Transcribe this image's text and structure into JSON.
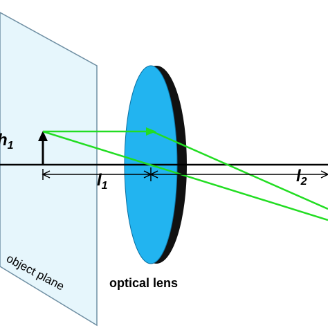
{
  "labels": {
    "h1": {
      "main": "h",
      "sub": "1"
    },
    "l1": {
      "main": "l",
      "sub": "1"
    },
    "l2": {
      "main": "l",
      "sub": "2"
    },
    "object_plane": "object plane",
    "optical_lens": "optical lens"
  },
  "colors": {
    "plane_fill": "#e6f6fc",
    "plane_edge": "#6f8fa3",
    "lens_face": "#22b4f0",
    "lens_rim": "#111111",
    "ray": "#22dd22",
    "axis": "#000000"
  }
}
